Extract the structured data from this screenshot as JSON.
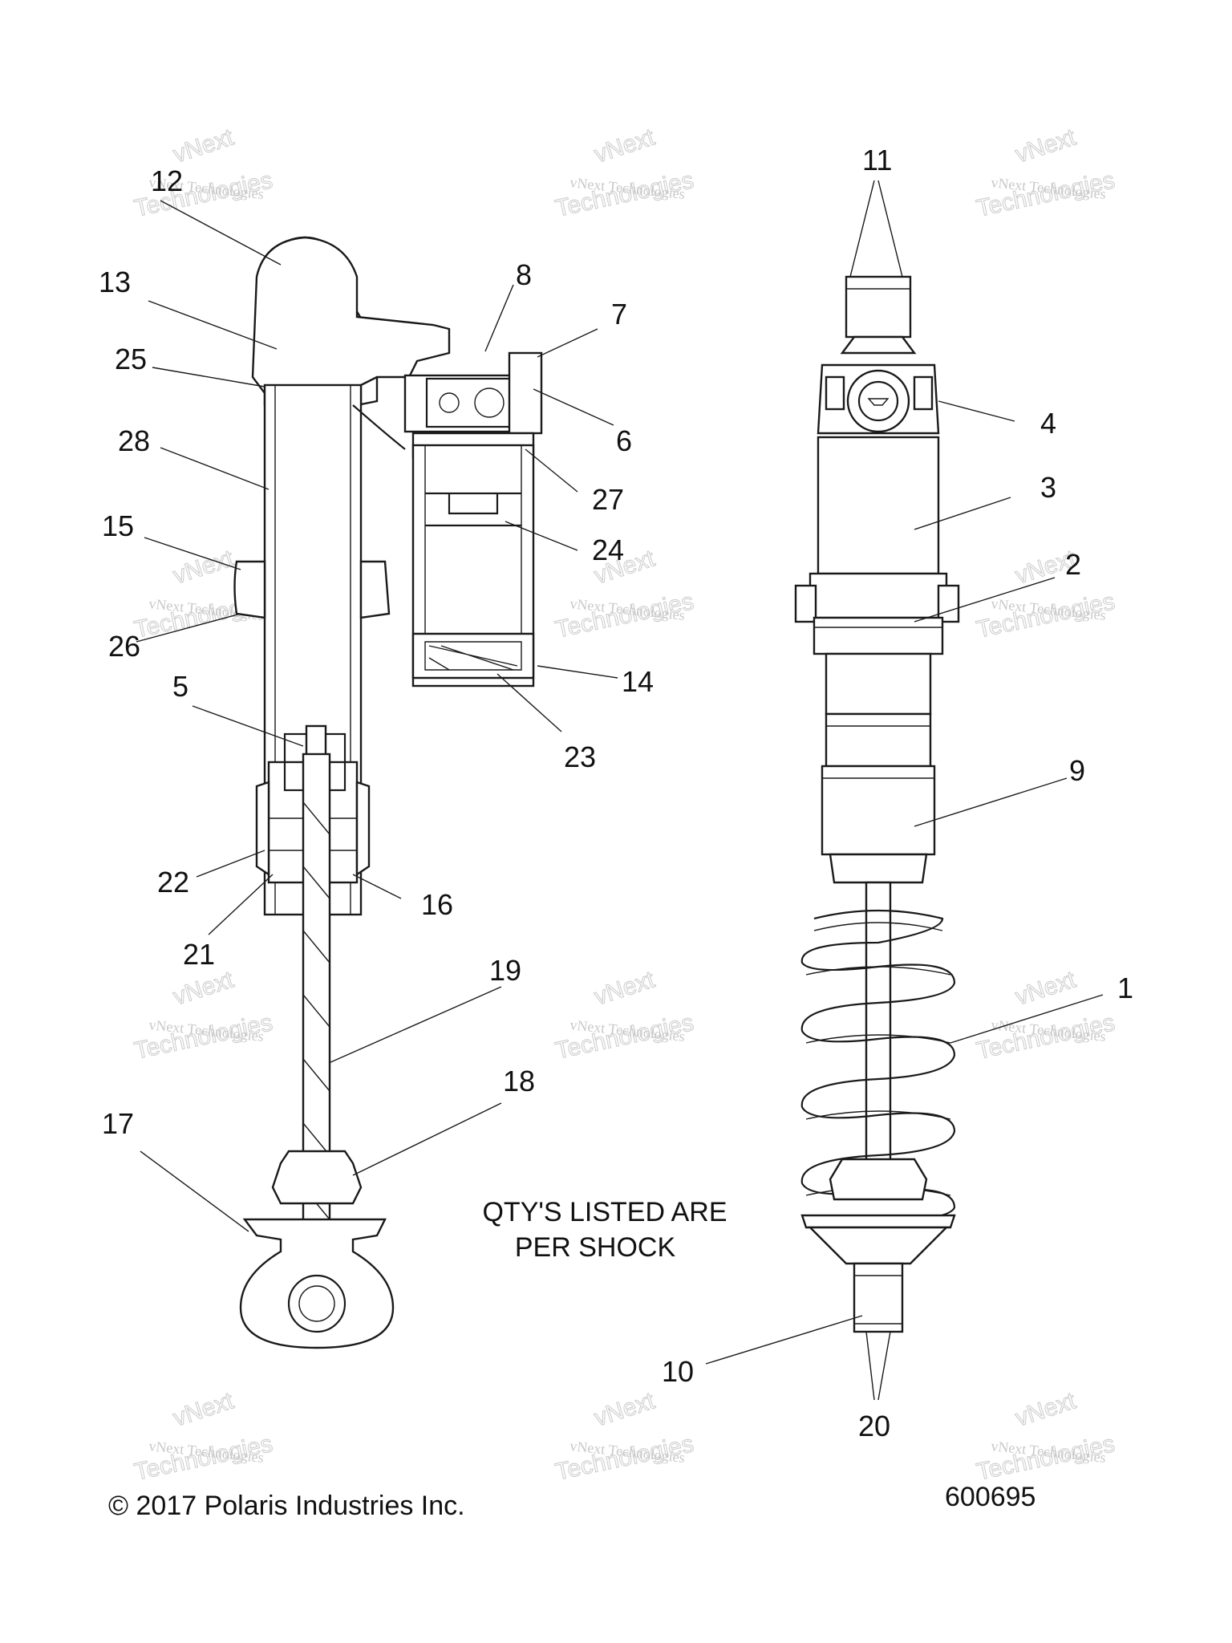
{
  "callouts": [
    "1",
    "2",
    "3",
    "4",
    "5",
    "6",
    "7",
    "8",
    "9",
    "10",
    "11",
    "12",
    "13",
    "14",
    "15",
    "16",
    "17",
    "18",
    "19",
    "20",
    "21",
    "22",
    "23",
    "24",
    "25",
    "26",
    "27",
    "28"
  ],
  "note": {
    "line1": "QTY'S LISTED ARE",
    "line2": "PER SHOCK"
  },
  "copyright": "© 2017 Polaris Industries Inc.",
  "drawing_number": "600695",
  "watermark": {
    "line1": "vNext Technologies",
    "line2": "vNext",
    "line3": "Technologies"
  },
  "colors": {
    "line": "#1a1a1a",
    "watermark": "#cccccc",
    "background": "#ffffff"
  }
}
